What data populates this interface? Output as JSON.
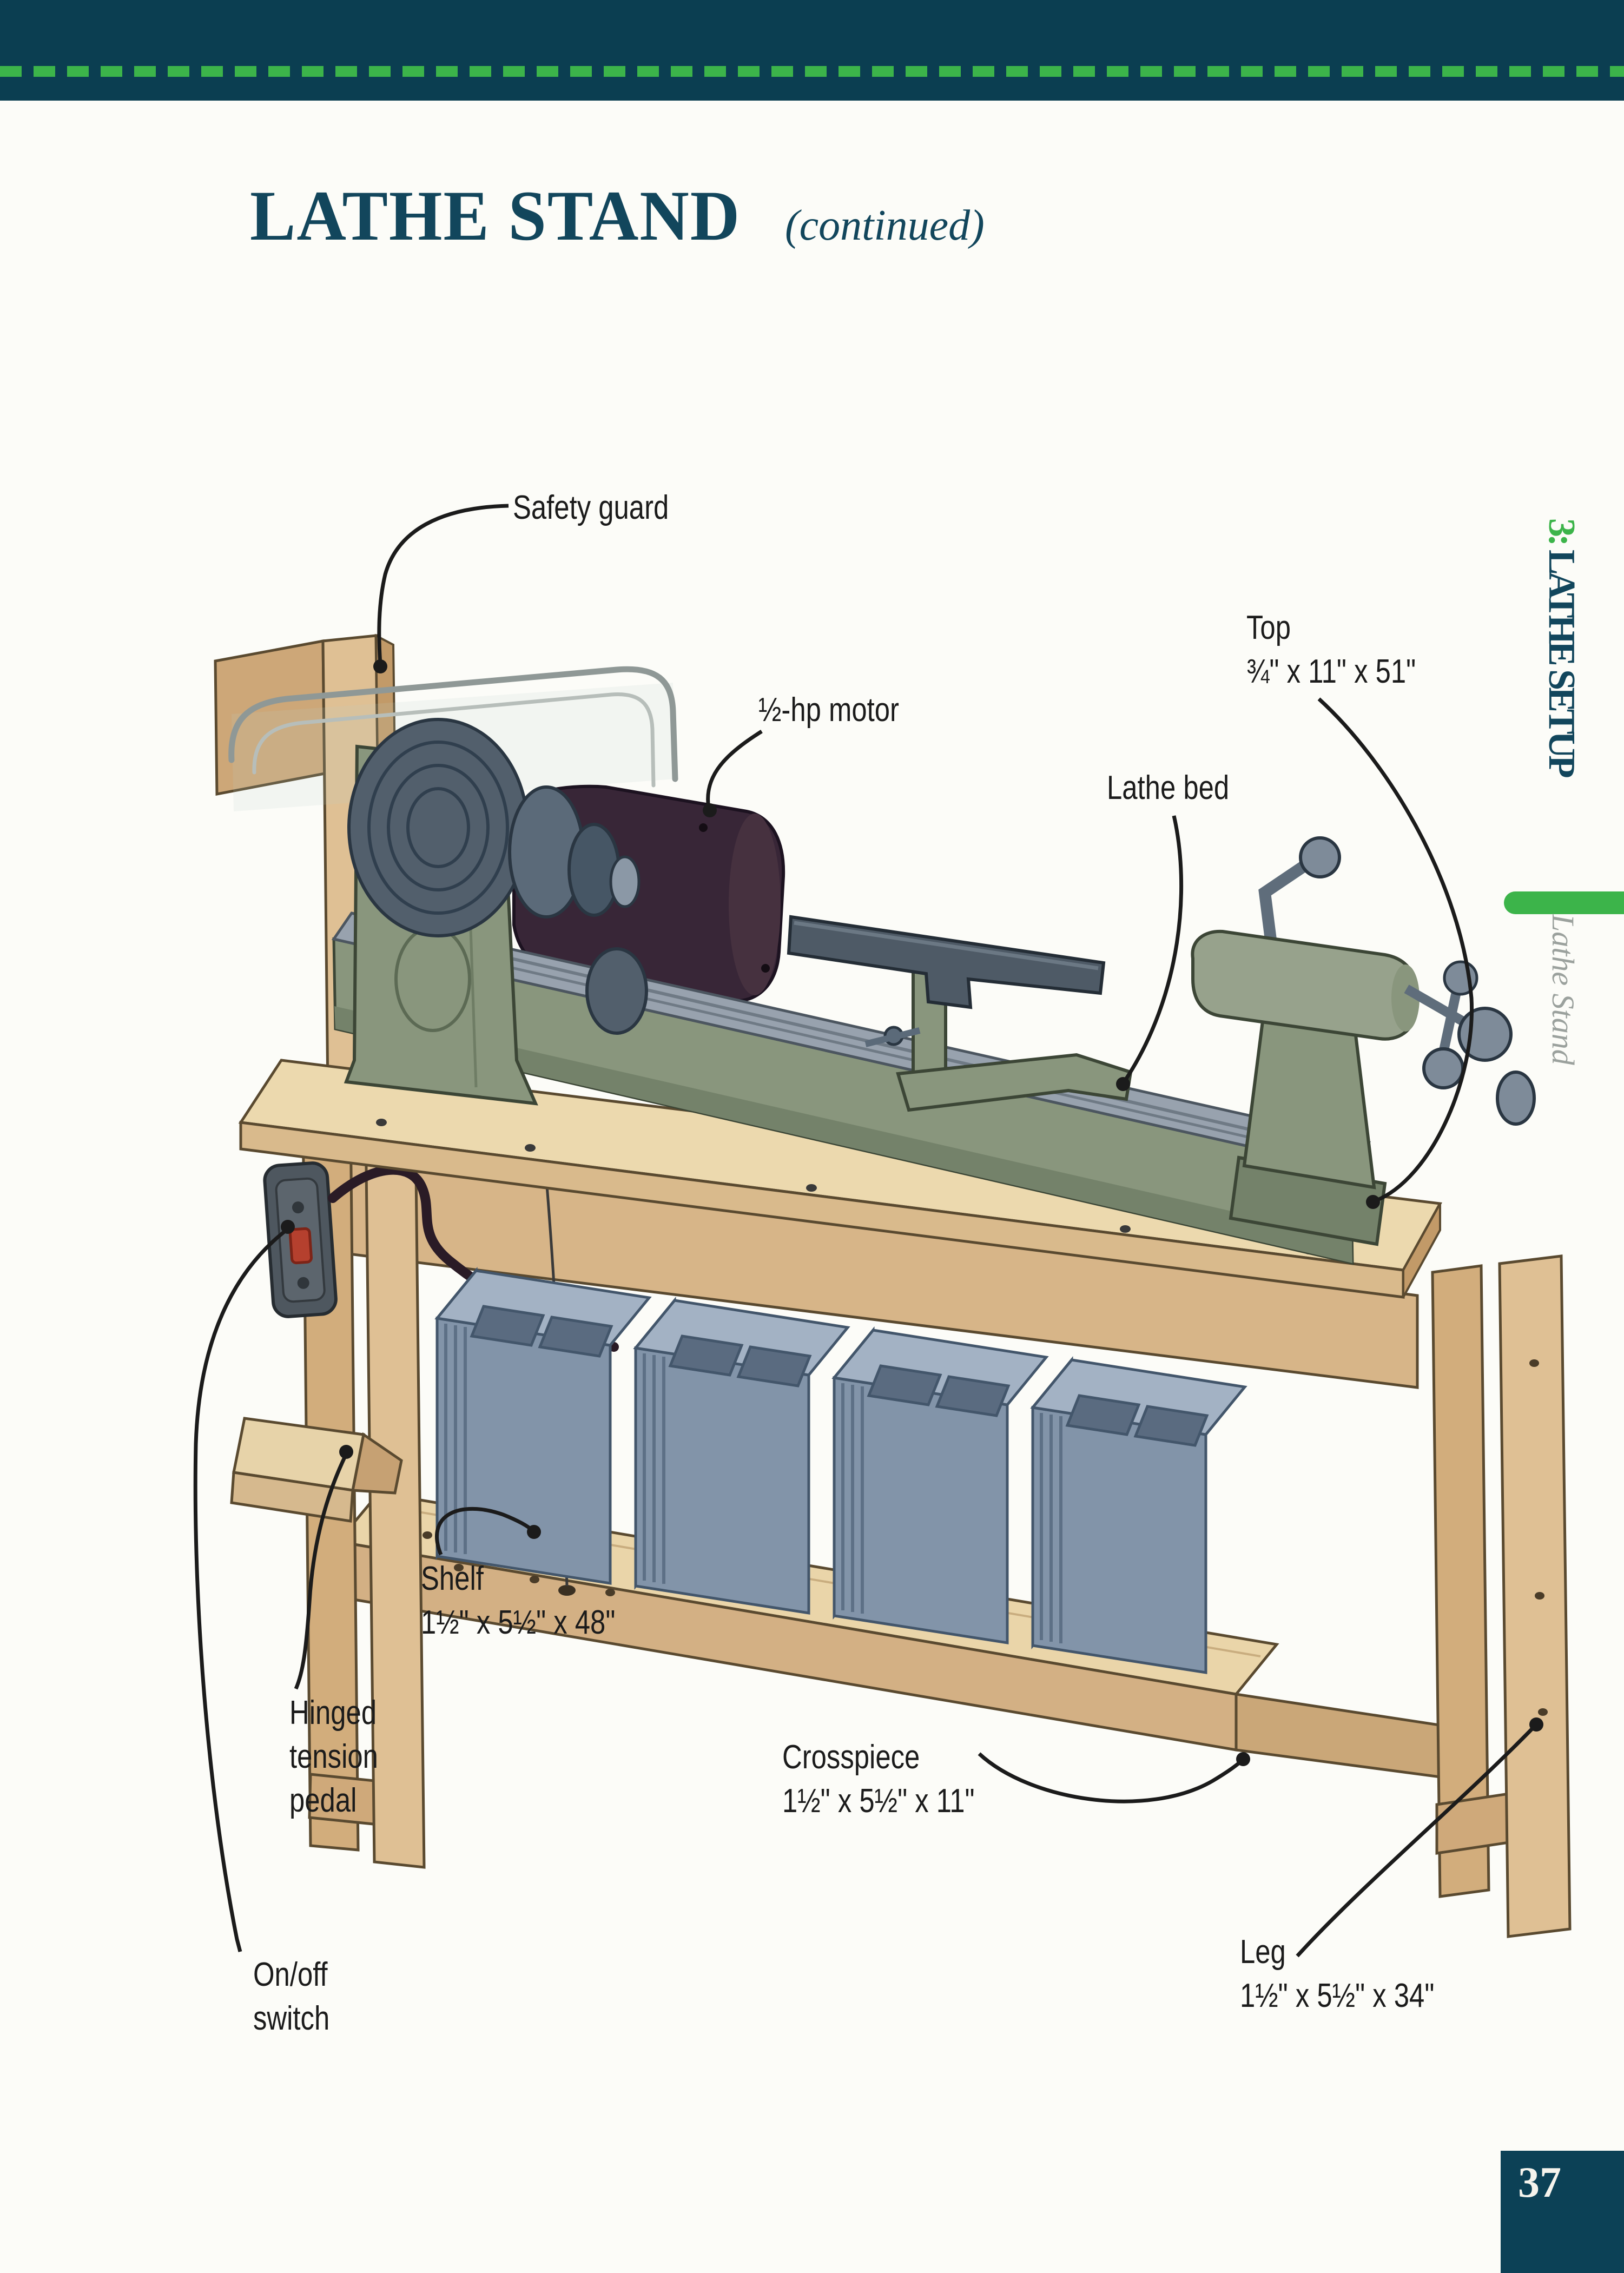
{
  "title": {
    "text": "LATHE STAND",
    "suffix": "(continued)"
  },
  "sidebar": {
    "chapter_prefix": "3:",
    "chapter_title": " LATHE SETUP",
    "section_title": "Lathe Stand"
  },
  "page_number": "37",
  "palette": {
    "header_teal": "#0b3e51",
    "accent_green": "#3cb44a",
    "title_teal": "#12465c",
    "label_text": "#1b1b1b",
    "section_gray": "#9ba19d",
    "wood": "#dcc094",
    "machine_green": "#89967d",
    "block_gray": "#8294a9",
    "motor_dark": "#382637"
  },
  "callouts": {
    "safety_guard": {
      "label": "Safety guard"
    },
    "motor": {
      "label": "½-hp motor"
    },
    "top": {
      "line1": "Top",
      "line2": "¾\" x 11\" x 51\""
    },
    "lathe_bed": {
      "label": "Lathe bed"
    },
    "shelf": {
      "line1": "Shelf",
      "line2": "1½\" x 5½\" x 48\""
    },
    "hinged_pedal": {
      "line1": "Hinged",
      "line2": "tension",
      "line3": "pedal"
    },
    "on_off_switch": {
      "line1": "On/off",
      "line2": "switch"
    },
    "crosspiece": {
      "line1": "Crosspiece",
      "line2": "1½\" x 5½\" x 11\""
    },
    "leg": {
      "line1": "Leg",
      "line2": "1½\" x 5½\" x 34\""
    }
  }
}
